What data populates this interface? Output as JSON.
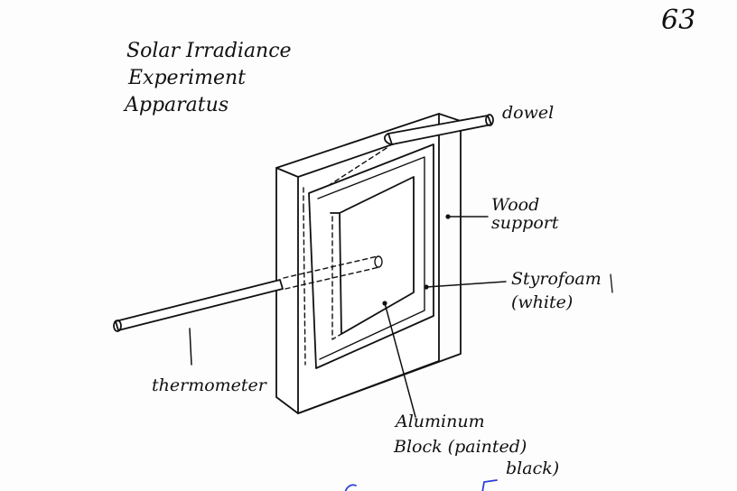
{
  "page_number": "63",
  "title": {
    "line1": "Solar Irradiance",
    "line2": "Experiment",
    "line3": "Apparatus"
  },
  "labels": {
    "dowel": "dowel",
    "wood_support_line1": "Wood",
    "wood_support_line2": "support",
    "styrofoam_line1": "Styrofoam",
    "styrofoam_line2": "(white)",
    "thermometer": "thermometer",
    "aluminum_line1": "Aluminum",
    "aluminum_line2": "Block (painted)",
    "aluminum_line3": "black)"
  },
  "colors": {
    "ink": "#111111",
    "paper": "#fdfdfd",
    "blue_ink": "#2a3fd6"
  }
}
